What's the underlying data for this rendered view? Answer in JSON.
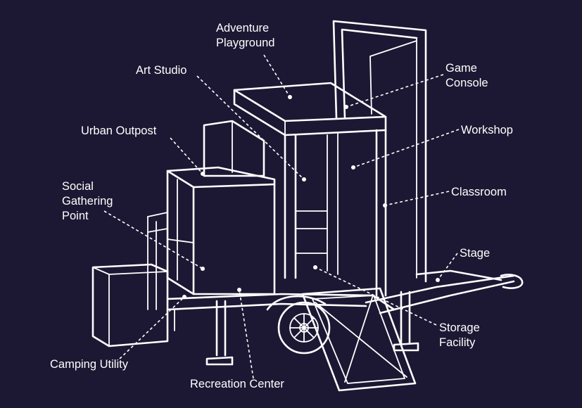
{
  "colors": {
    "background": "#1c1833",
    "lines": "#ffffff"
  },
  "labels": {
    "adventure_playground": "Adventure\nPlayground",
    "art_studio": "Art Studio",
    "game_console": "Game\nConsole",
    "urban_outpost": "Urban Outpost",
    "workshop": "Workshop",
    "social_gathering_point": "Social\nGathering\nPoint",
    "classroom": "Classroom",
    "stage": "Stage",
    "storage_facility": "Storage\nFacility",
    "camping_utility": "Camping Utility",
    "recreation_center": "Recreation Center"
  }
}
